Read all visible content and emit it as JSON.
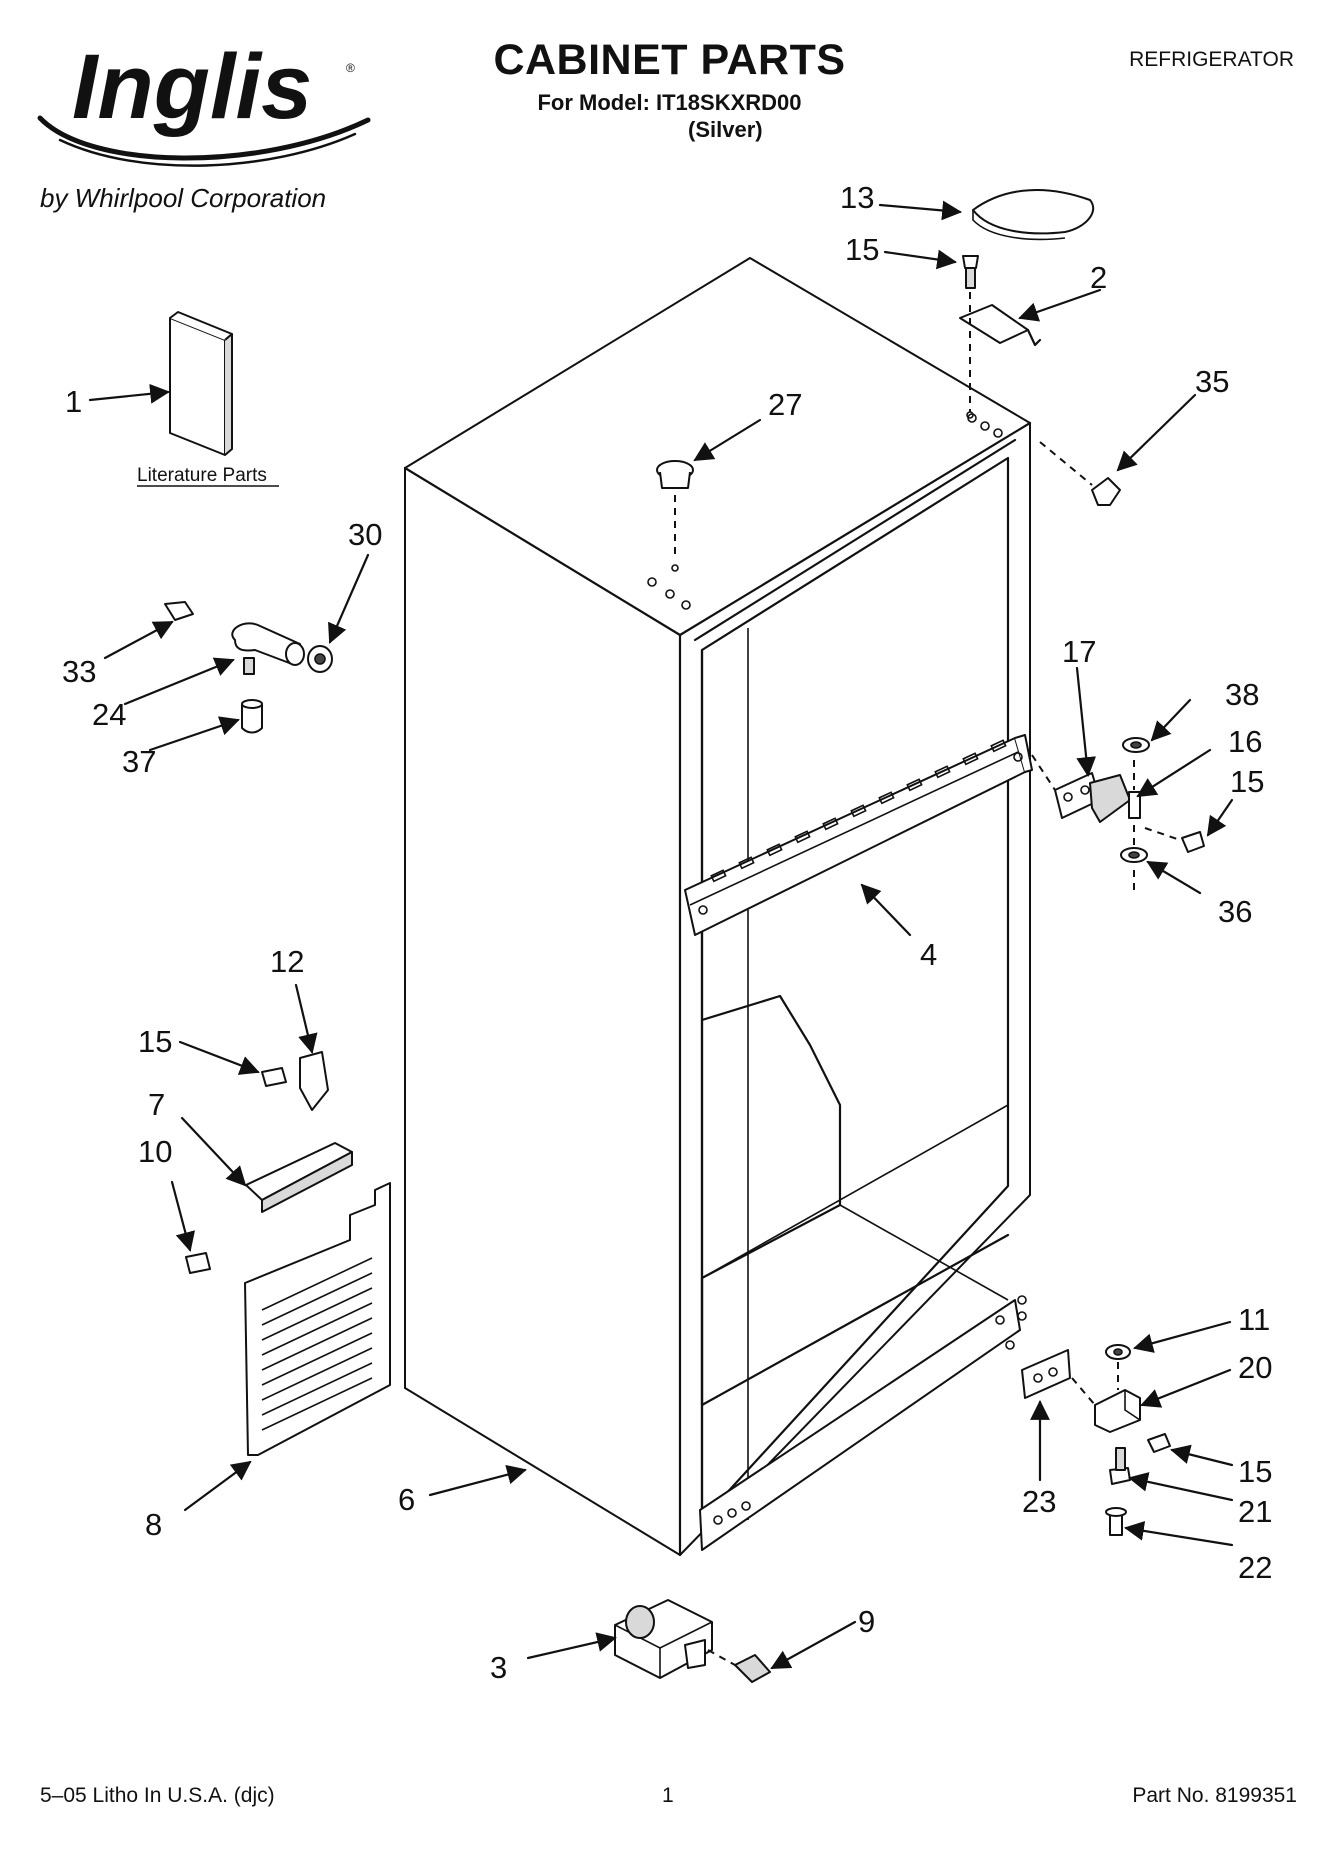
{
  "header": {
    "brand": "Inglis",
    "tagline": "by Whirlpool Corporation",
    "title": "CABINET PARTS",
    "model_line": "For Model: IT18SKXRD00",
    "variant": "(Silver)",
    "category": "REFRIGERATOR"
  },
  "diagram": {
    "literature_caption": "Literature Parts",
    "callouts": {
      "c1": "1",
      "c2": "2",
      "c3": "3",
      "c4": "4",
      "c6": "6",
      "c7": "7",
      "c8": "8",
      "c9": "9",
      "c10": "10",
      "c11": "11",
      "c12": "12",
      "c13": "13",
      "c15a": "15",
      "c15b": "15",
      "c15c": "15",
      "c15d": "15",
      "c16": "16",
      "c17": "17",
      "c20": "20",
      "c21": "21",
      "c22": "22",
      "c23": "23",
      "c24": "24",
      "c27": "27",
      "c30": "30",
      "c33": "33",
      "c35": "35",
      "c36": "36",
      "c37": "37",
      "c38": "38"
    }
  },
  "footer": {
    "left": "5–05 Litho In U.S.A. (djc)",
    "page": "1",
    "right": "Part No. 8199351"
  }
}
